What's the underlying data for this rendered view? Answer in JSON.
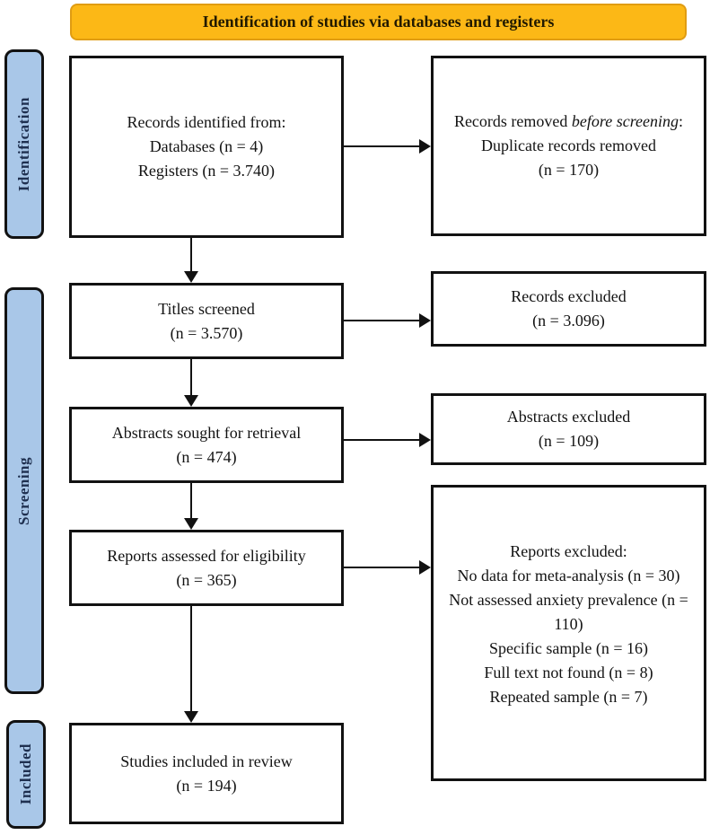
{
  "banner": {
    "title": "Identification of studies via databases and registers"
  },
  "sidebar": {
    "identification": "Identification",
    "screening": "Screening",
    "included": "Included"
  },
  "boxes": {
    "records_identified": {
      "lines": [
        "Records identified from:",
        "Databases (n = 4)",
        "Registers (n = 3.740)"
      ]
    },
    "records_removed": {
      "prefix": "Records removed ",
      "italic": "before screening",
      "suffix": ":",
      "lines": [
        "Duplicate records removed",
        "(n = 170)"
      ]
    },
    "titles_screened": {
      "lines": [
        "Titles screened",
        "(n = 3.570)"
      ]
    },
    "records_excluded": {
      "lines": [
        "Records excluded",
        "(n = 3.096)"
      ]
    },
    "abstracts_sought": {
      "lines": [
        "Abstracts sought for retrieval",
        "(n = 474)"
      ]
    },
    "abstracts_excluded": {
      "lines": [
        "Abstracts excluded",
        "(n = 109)"
      ]
    },
    "reports_assessed": {
      "lines": [
        "Reports assessed for eligibility",
        "(n = 365)"
      ]
    },
    "reports_excluded": {
      "lines": [
        "Reports excluded:",
        "No data for meta-analysis (n = 30)",
        "Not assessed anxiety prevalence (n = 110)",
        "Specific sample (n = 16)",
        "Full text not found (n = 8)",
        "Repeated sample (n = 7)"
      ]
    },
    "studies_included": {
      "lines": [
        "Studies included in review",
        "(n = 194)"
      ]
    }
  },
  "colors": {
    "banner_fill": "#FCB816",
    "banner_border": "#E09C12",
    "sidebar_fill": "#A9C7E8",
    "sidebar_border": "#121212",
    "sidebar_text": "#1F3050",
    "box_border": "#121212",
    "line_color": "#121212",
    "text_color": "#131313"
  }
}
